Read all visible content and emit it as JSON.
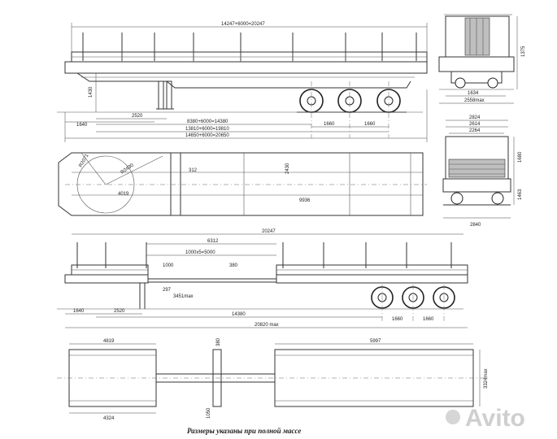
{
  "labels": {
    "overall_length_top": "14247+6000=20247",
    "height_side": "1375",
    "kingpin_height": "1430",
    "first_axle_offset": "8380+6000=14380",
    "overall_len_b": "13810+6000=19810",
    "overall_len_c": "14650+6000=20650",
    "front_overhang": "1640",
    "kingpin_to_leg": "2520",
    "axle_spacing_1": "1660",
    "axle_spacing_2": "1660",
    "top_frame_r1": "R2071",
    "top_frame_r2": "R2430",
    "top_dim_312": "312",
    "top_dim_2430": "2430",
    "top_dim_4019": "4019",
    "top_dim_9936": "9936",
    "rear_w_1634": "1634",
    "rear_w_2558": "2558max",
    "end_w_2824": "2824",
    "end_w_2614": "2614",
    "end_w_2264": "2264",
    "end_h_1680": "1680",
    "end_h_1463": "1463",
    "end_w_2840": "2840",
    "ext_total": "20247",
    "ext_6312": "6312",
    "ext_1000x5": "1000x5=5000",
    "ext_1000": "1000",
    "ext_380": "380",
    "ext_297": "297",
    "ext_3451": "3451max",
    "ext_1640": "1640",
    "ext_2520": "2520",
    "ext_14380": "14380",
    "ext_1660a": "1660",
    "ext_1660b": "1660",
    "ext_20820": "20820 max",
    "plan_4819": "4819",
    "plan_5997": "5997",
    "plan_4324": "4324",
    "plan_380": "380",
    "plan_1050": "1050",
    "plan_3324": "3324max"
  },
  "caption": "Размеры указаны при полной массе",
  "watermark": "Avito",
  "colors": {
    "line": "#333333",
    "fill": "#bfbfbf",
    "watermark": "#cfcfcf"
  }
}
